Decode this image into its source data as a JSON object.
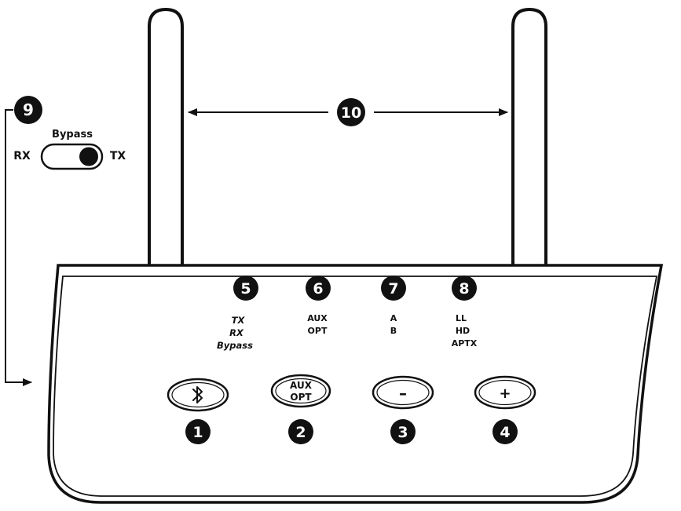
{
  "callouts": {
    "c1": "1",
    "c2": "2",
    "c3": "3",
    "c4": "4",
    "c5": "5",
    "c6": "6",
    "c7": "7",
    "c8": "8",
    "c9": "9",
    "c10": "10"
  },
  "switch": {
    "left": "RX",
    "top": "Bypass",
    "right": "TX"
  },
  "indicators": {
    "mode": [
      "TX",
      "RX",
      "Bypass"
    ],
    "source": [
      "AUX",
      "OPT"
    ],
    "channel": [
      "A",
      "B"
    ],
    "codec": [
      "LL",
      "HD",
      "APTX"
    ]
  },
  "buttons": {
    "bluetooth_icon": "bluetooth-icon",
    "source_line1": "AUX",
    "source_line2": "OPT",
    "minus": "–",
    "plus": "+"
  },
  "colors": {
    "ink": "#111111",
    "background": "#ffffff"
  }
}
